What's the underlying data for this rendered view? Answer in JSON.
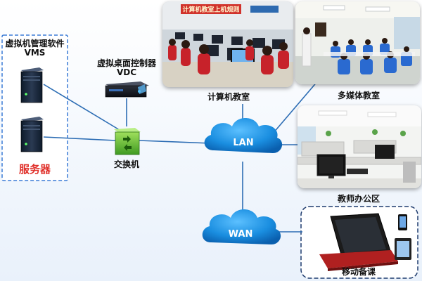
{
  "vms": {
    "title_line1": "虚拟机管理软件",
    "title_line2": "VMS",
    "servers_label": "服务器"
  },
  "vdc": {
    "label_line1": "虚拟桌面控制器",
    "label_line2": "VDC"
  },
  "switch": {
    "label": "交换机"
  },
  "lan": {
    "label": "LAN"
  },
  "wan": {
    "label": "WAN"
  },
  "computer_room": {
    "label": "计算机教室",
    "banner_text": "计算机教室上机规则"
  },
  "multimedia_room": {
    "label": "多媒体教室"
  },
  "teacher_office": {
    "label": "教师办公区"
  },
  "mobile_prep": {
    "label": "移动备课"
  },
  "colors": {
    "link_line": "#2d6db4",
    "cloud": "#1a8ee0",
    "server_label": "#e0302a",
    "vms_box_border": "#3a7bd5",
    "mobile_box_border": "#1f3c6e"
  }
}
